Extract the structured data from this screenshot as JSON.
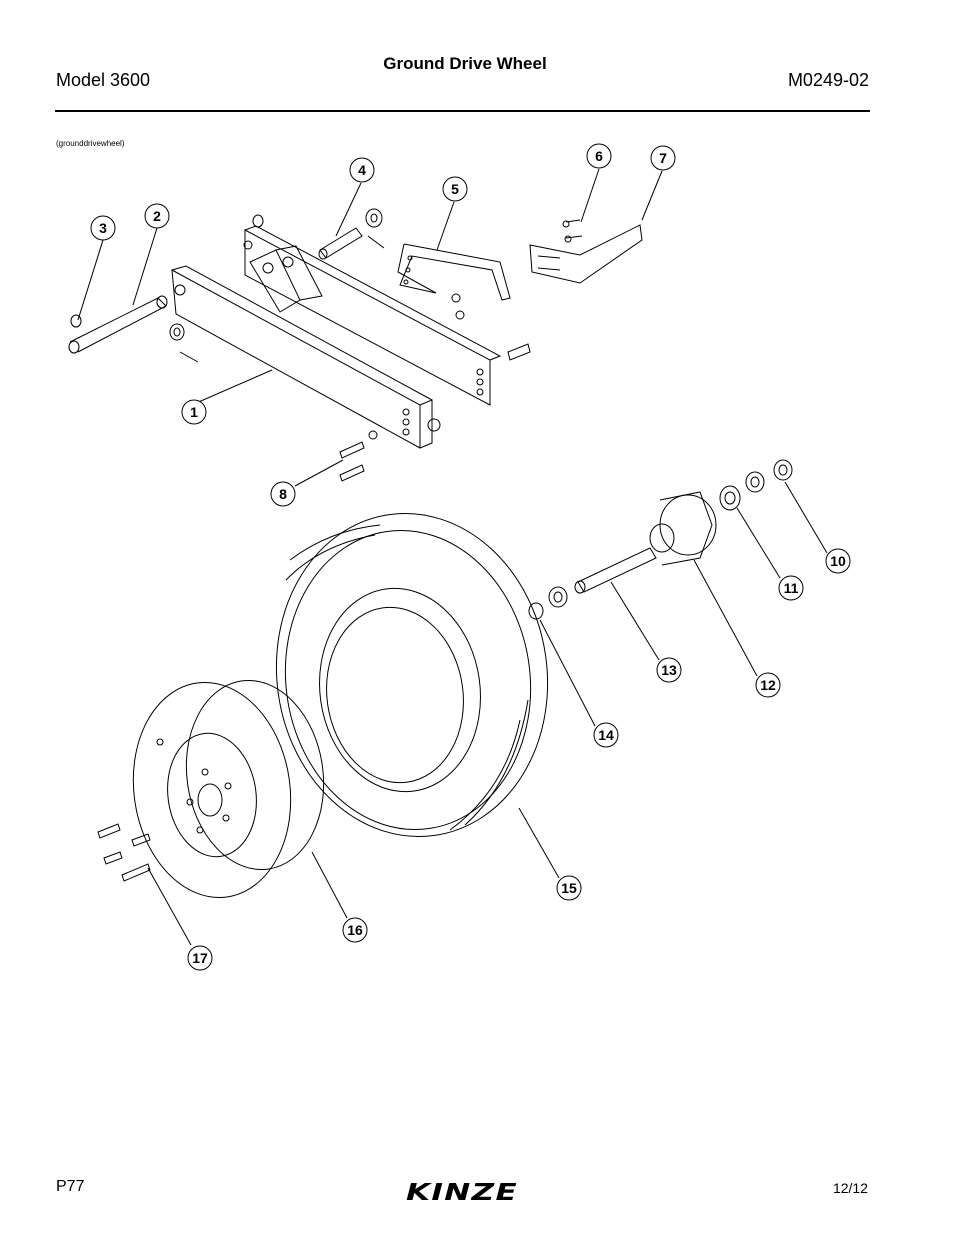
{
  "header": {
    "model": "Model 3600",
    "title": "Ground Drive Wheel",
    "doc_number": "M0249-02"
  },
  "figure": {
    "reference": "(grounddrivewheel)",
    "callouts": [
      "1",
      "2",
      "3",
      "4",
      "5",
      "6",
      "7",
      "8",
      "10",
      "11",
      "12",
      "13",
      "14",
      "15",
      "16",
      "17"
    ]
  },
  "footer": {
    "page": "P77",
    "date": "12/12",
    "logo": "KINZE"
  }
}
